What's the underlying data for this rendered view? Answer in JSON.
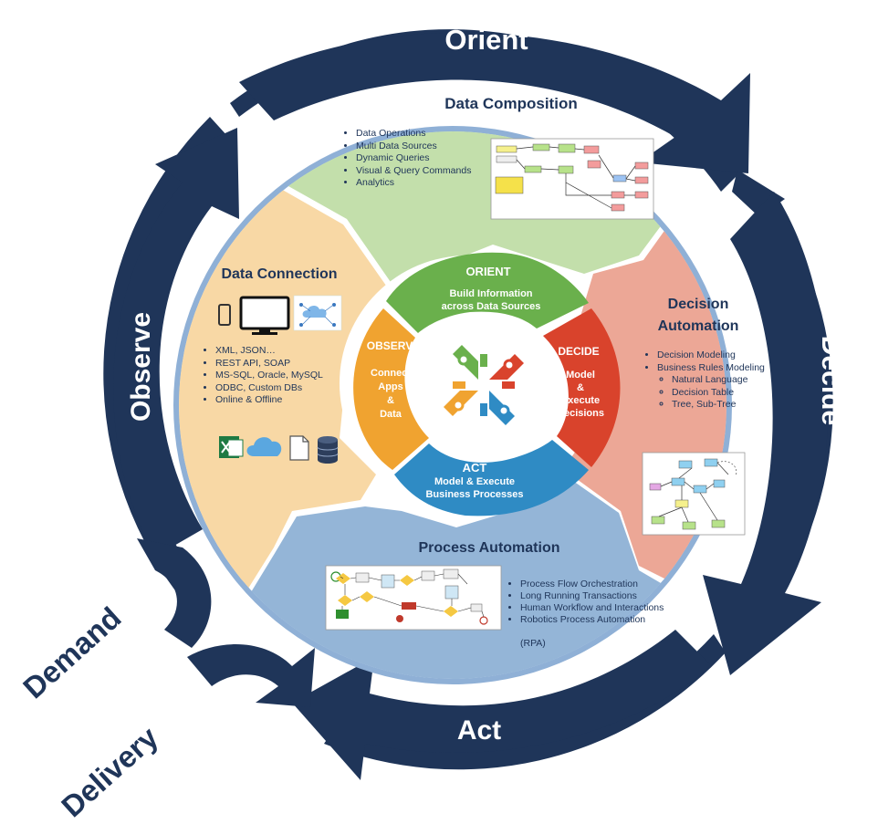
{
  "ring": {
    "orient": "Orient",
    "decide": "Decide",
    "act": "Act",
    "observe": "Observe"
  },
  "outer": {
    "demand": "Demand",
    "delivery": "Delivery"
  },
  "sections": {
    "composition": {
      "title": "Data Composition",
      "items": [
        "Data Operations",
        "Multi Data Sources",
        "Dynamic Queries",
        "Visual & Query Commands",
        "Analytics"
      ]
    },
    "connection": {
      "title": "Data Connection",
      "items": [
        "XML, JSON…",
        "REST API, SOAP",
        "MS-SQL, Oracle, MySQL",
        "ODBC, Custom DBs",
        "Online & Offline"
      ]
    },
    "decision": {
      "title_line1": "Decision",
      "title_line2": "Automation",
      "items": [
        "Decision Modeling",
        "Business Rules Modeling"
      ],
      "subitems": [
        "Natural Language",
        "Decision Table",
        "Tree, Sub-Tree"
      ]
    },
    "process": {
      "title": "Process Automation",
      "items": [
        "Process Flow Orchestration",
        "Long Running Transactions",
        "Human Workflow and Interactions",
        "Robotics Process Automation",
        "(RPA)"
      ]
    }
  },
  "inner": {
    "orient": {
      "title": "ORIENT",
      "line1": "Build Information",
      "line2": "across Data Sources"
    },
    "observe": {
      "title": "OBSERVE",
      "line1": "Connect",
      "line2": "Apps",
      "line3": "&",
      "line4": "Data"
    },
    "decide": {
      "title": "DECIDE",
      "line1": "Model",
      "line2": "&",
      "line3": "Execute",
      "line4": "Decisions"
    },
    "act": {
      "title": "ACT",
      "line1": "Model & Execute",
      "line2": "Business Processes"
    }
  },
  "colors": {
    "navy": "#1f3559",
    "ring_light": "#8fb0d6",
    "green_section": "#c3dfab",
    "orange_section": "#f8d8a5",
    "red_section": "#eca796",
    "blue_section": "#94b5d7",
    "inner_green": "#6ab04c",
    "inner_orange": "#f0a330",
    "inner_red": "#d9432c",
    "inner_blue": "#2f8bc4"
  },
  "icons": [
    "mobile-icon",
    "monitor-icon",
    "cloud-network-icon",
    "excel-icon",
    "cloud-icon",
    "document-icon",
    "database-icon",
    "gear-logo-icon"
  ]
}
